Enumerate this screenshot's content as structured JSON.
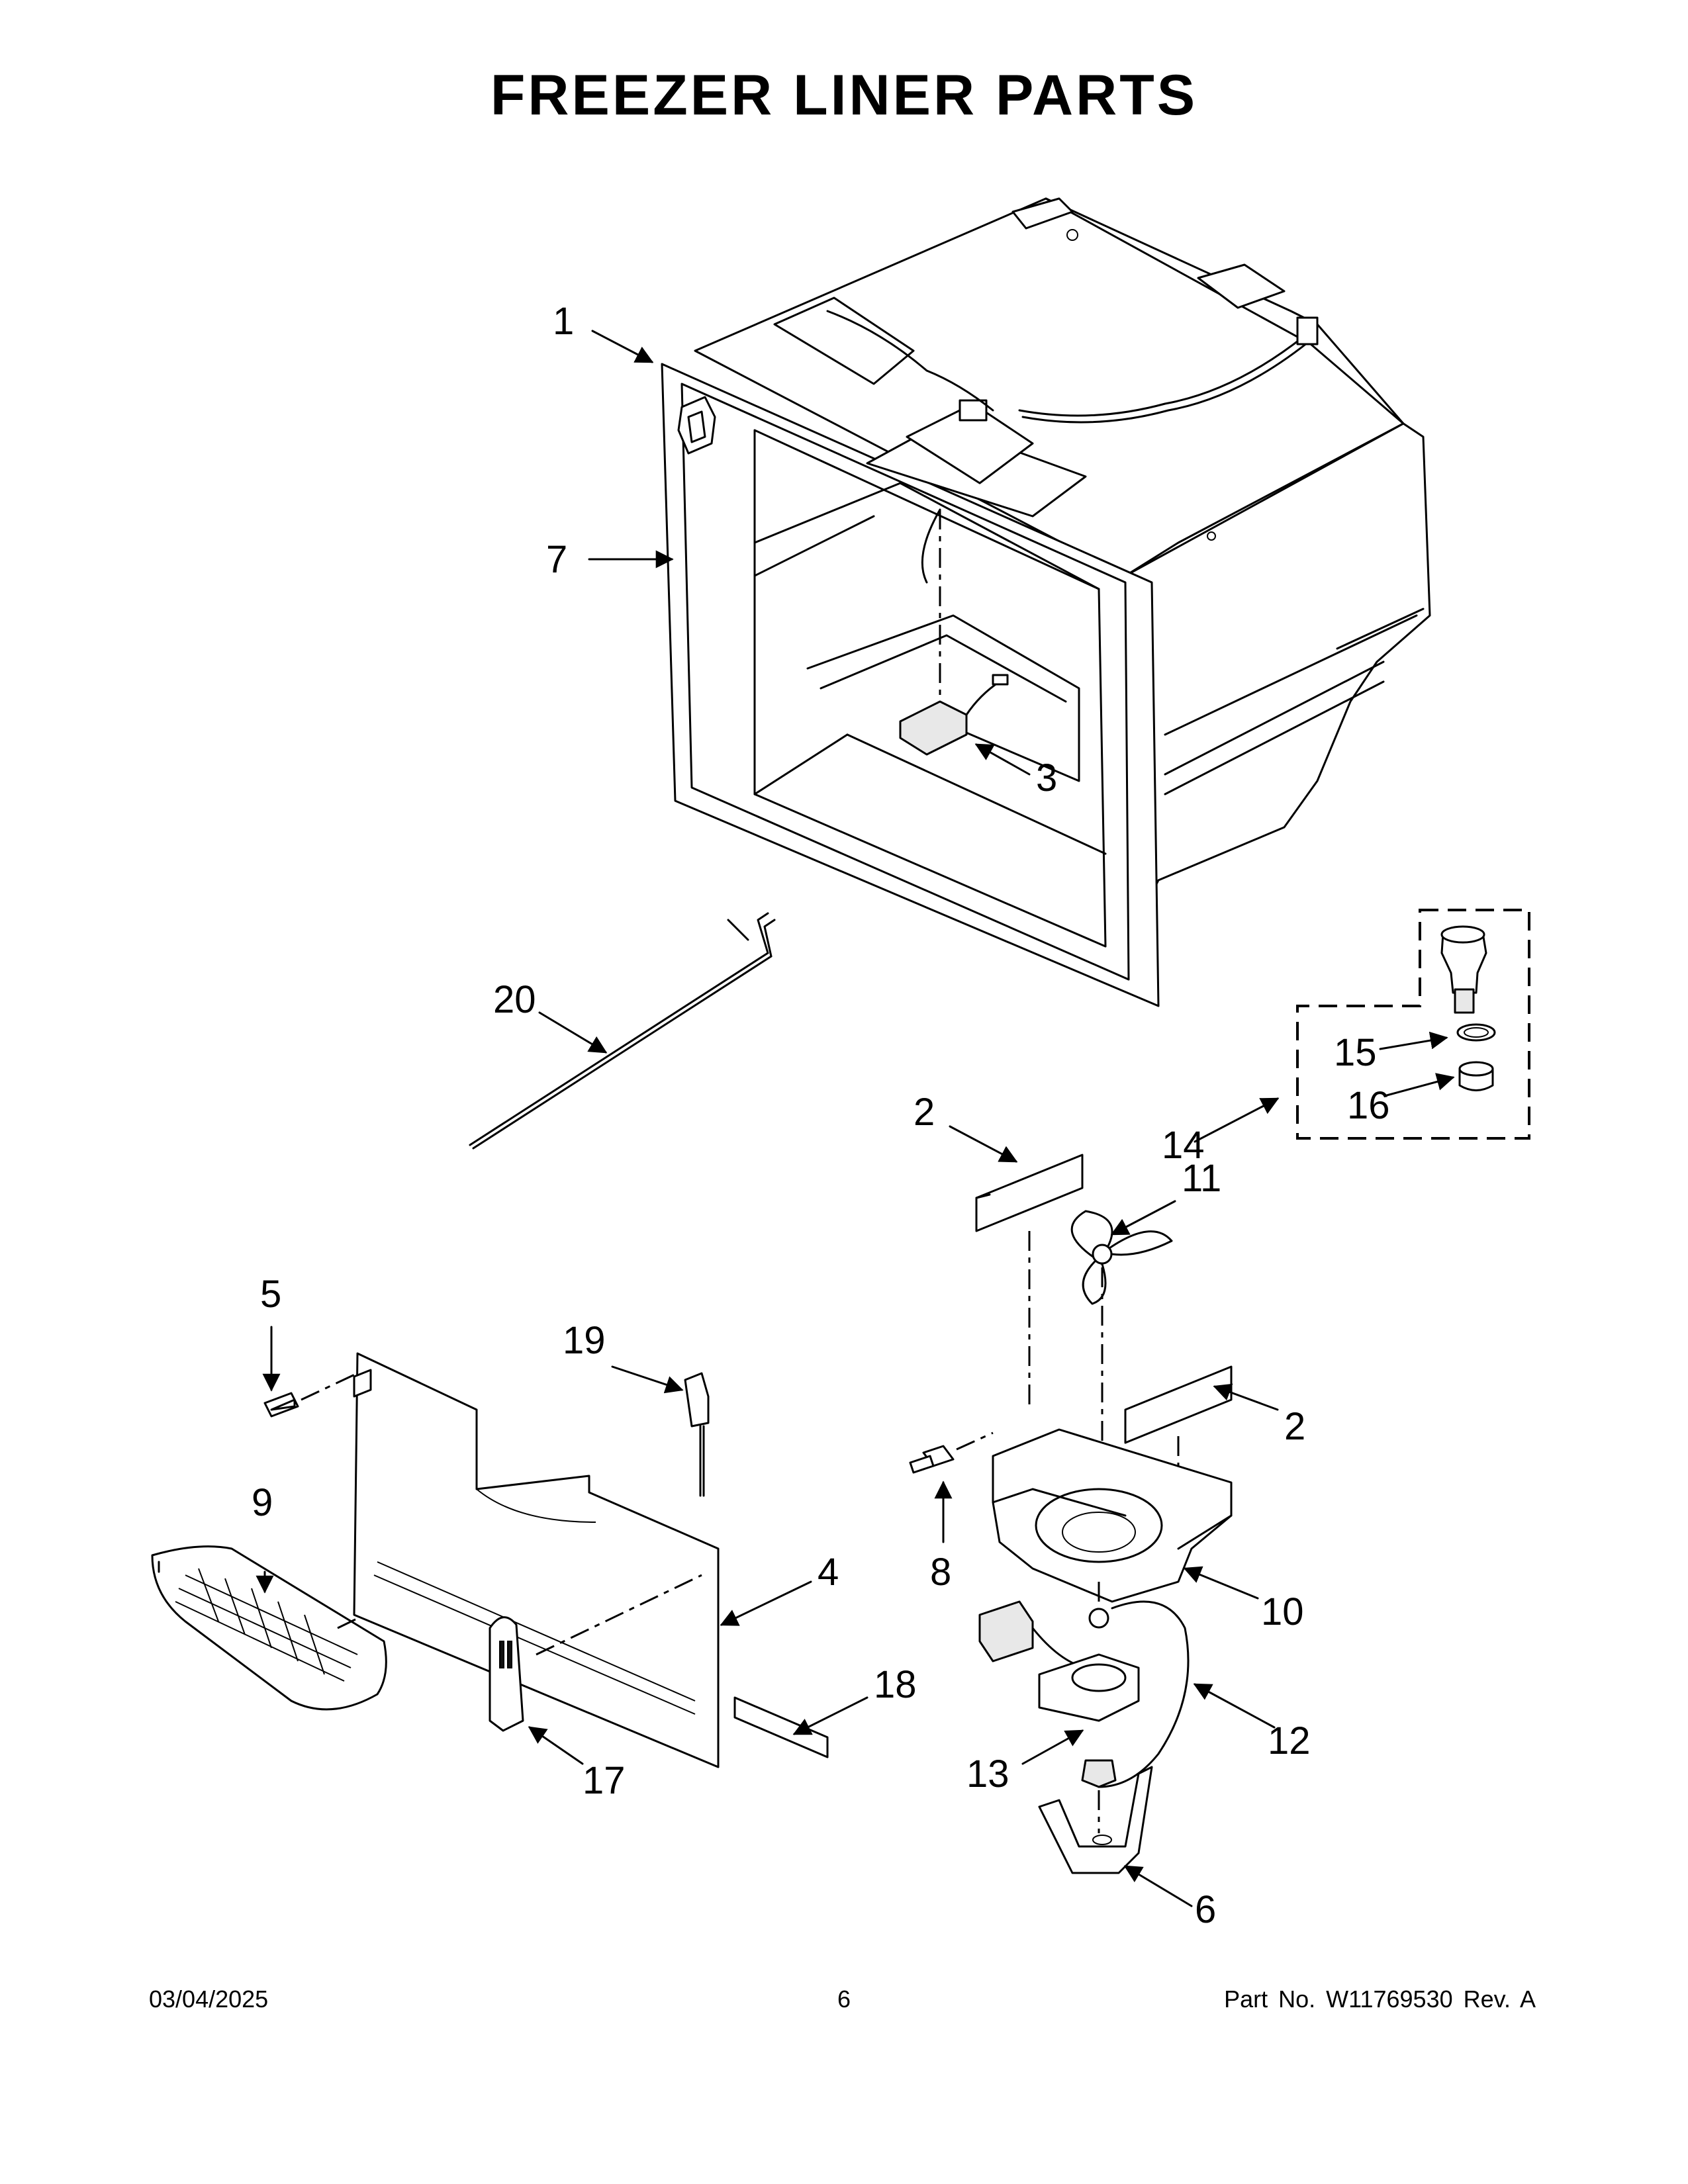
{
  "title": "FREEZER LINER PARTS",
  "callouts": [
    {
      "id": "c1",
      "label": "1"
    },
    {
      "id": "c2a",
      "label": "2"
    },
    {
      "id": "c2b",
      "label": "2"
    },
    {
      "id": "c3",
      "label": "3"
    },
    {
      "id": "c4",
      "label": "4"
    },
    {
      "id": "c5",
      "label": "5"
    },
    {
      "id": "c6",
      "label": "6"
    },
    {
      "id": "c7",
      "label": "7"
    },
    {
      "id": "c8",
      "label": "8"
    },
    {
      "id": "c9",
      "label": "9"
    },
    {
      "id": "c10",
      "label": "10"
    },
    {
      "id": "c11",
      "label": "11"
    },
    {
      "id": "c12",
      "label": "12"
    },
    {
      "id": "c13",
      "label": "13"
    },
    {
      "id": "c14",
      "label": "14"
    },
    {
      "id": "c15",
      "label": "15"
    },
    {
      "id": "c16",
      "label": "16"
    },
    {
      "id": "c17",
      "label": "17"
    },
    {
      "id": "c18",
      "label": "18"
    },
    {
      "id": "c19",
      "label": "19"
    },
    {
      "id": "c20",
      "label": "20"
    }
  ],
  "footer": {
    "date": "03/04/2025",
    "page": "6",
    "part": "Part No.  W11769530  Rev.  A"
  }
}
